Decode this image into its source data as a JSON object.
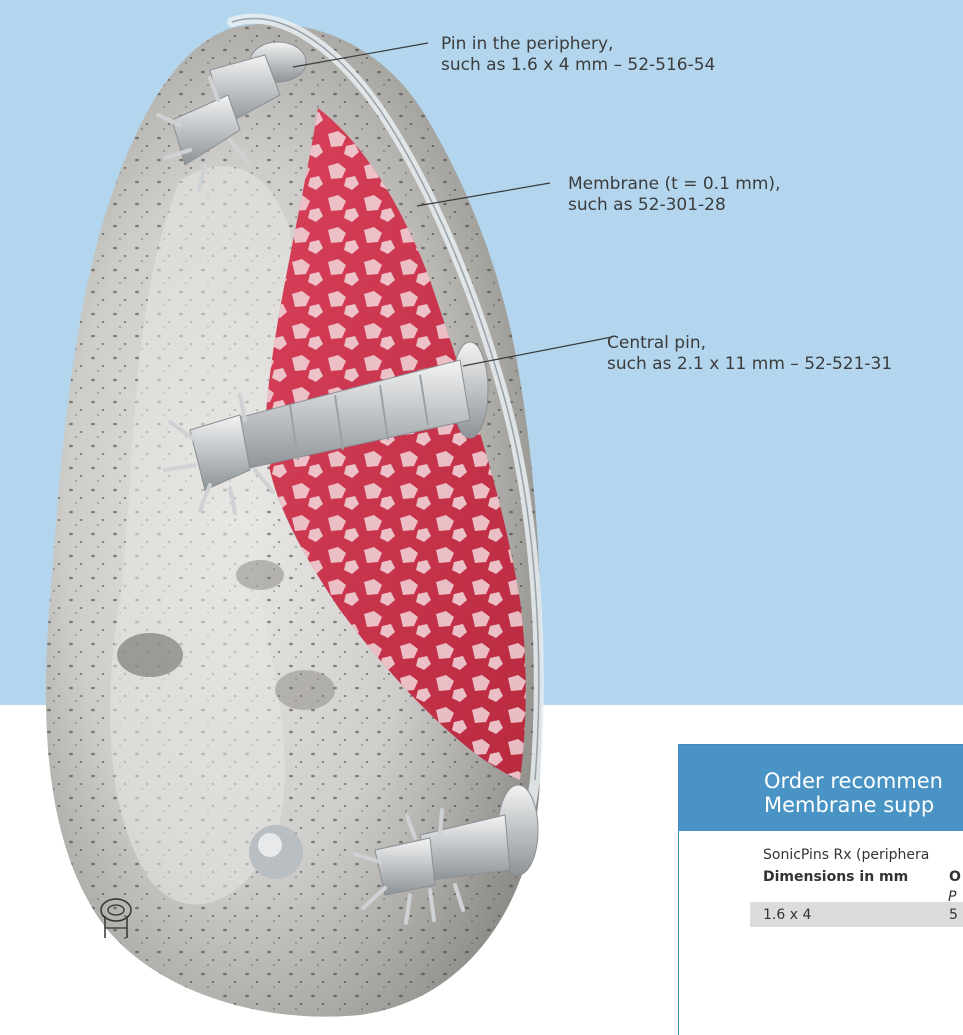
{
  "labels": {
    "periphery_line1": "Pin in the periphery,",
    "periphery_line2": "such as 1.6 x 4 mm – 52-516-54",
    "membrane_line1": "Membrane (t = 0.1 mm),",
    "membrane_line2": "such as 52-301-28",
    "central_line1": "Central pin,",
    "central_line2": "such as 2.1 x 11 mm – 52-521-31"
  },
  "order": {
    "title_line1": "Order recommen",
    "title_line2": "Membrane supp",
    "product": "SonicPins Rx (periphera",
    "col_dimensions": "Dimensions in mm",
    "col_order": "O",
    "sub_p": "P",
    "row1_dim": "1.6 x 4",
    "row1_code": "5"
  },
  "colors": {
    "background_blue": "#b3d6ee",
    "header_blue": "#4a94c5",
    "graft_red": "#c8334a",
    "bone_gray": "#9a9893"
  }
}
